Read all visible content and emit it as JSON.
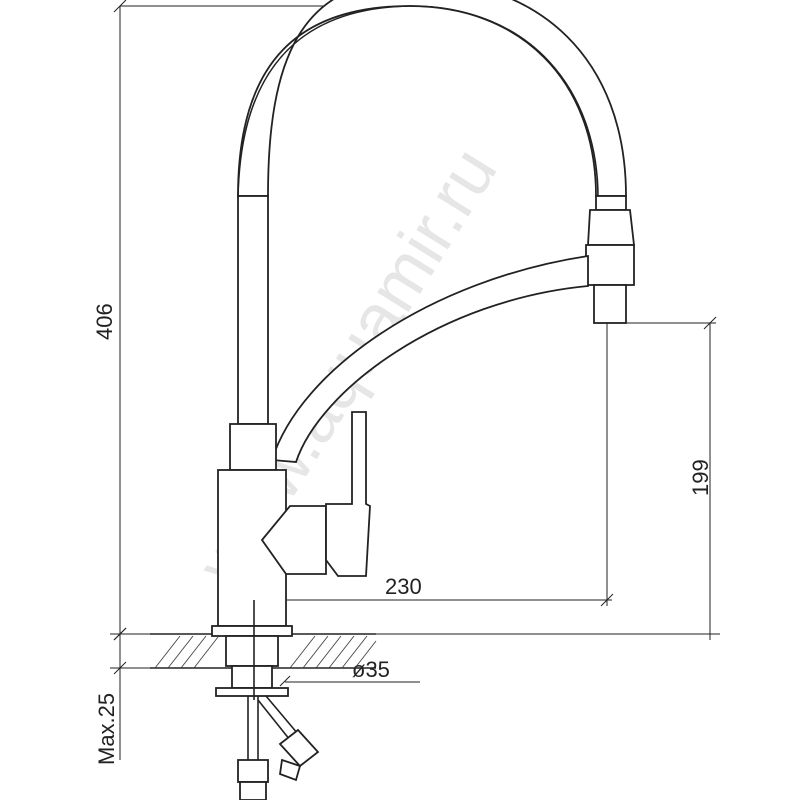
{
  "dimensions": {
    "height_total": "406",
    "spout_height": "199",
    "spout_reach": "230",
    "hole_diameter": "ø35",
    "max_countertop": "Max.25"
  },
  "watermark": "www.aquamir.ru",
  "colors": {
    "line": "#222222",
    "background": "#ffffff"
  }
}
